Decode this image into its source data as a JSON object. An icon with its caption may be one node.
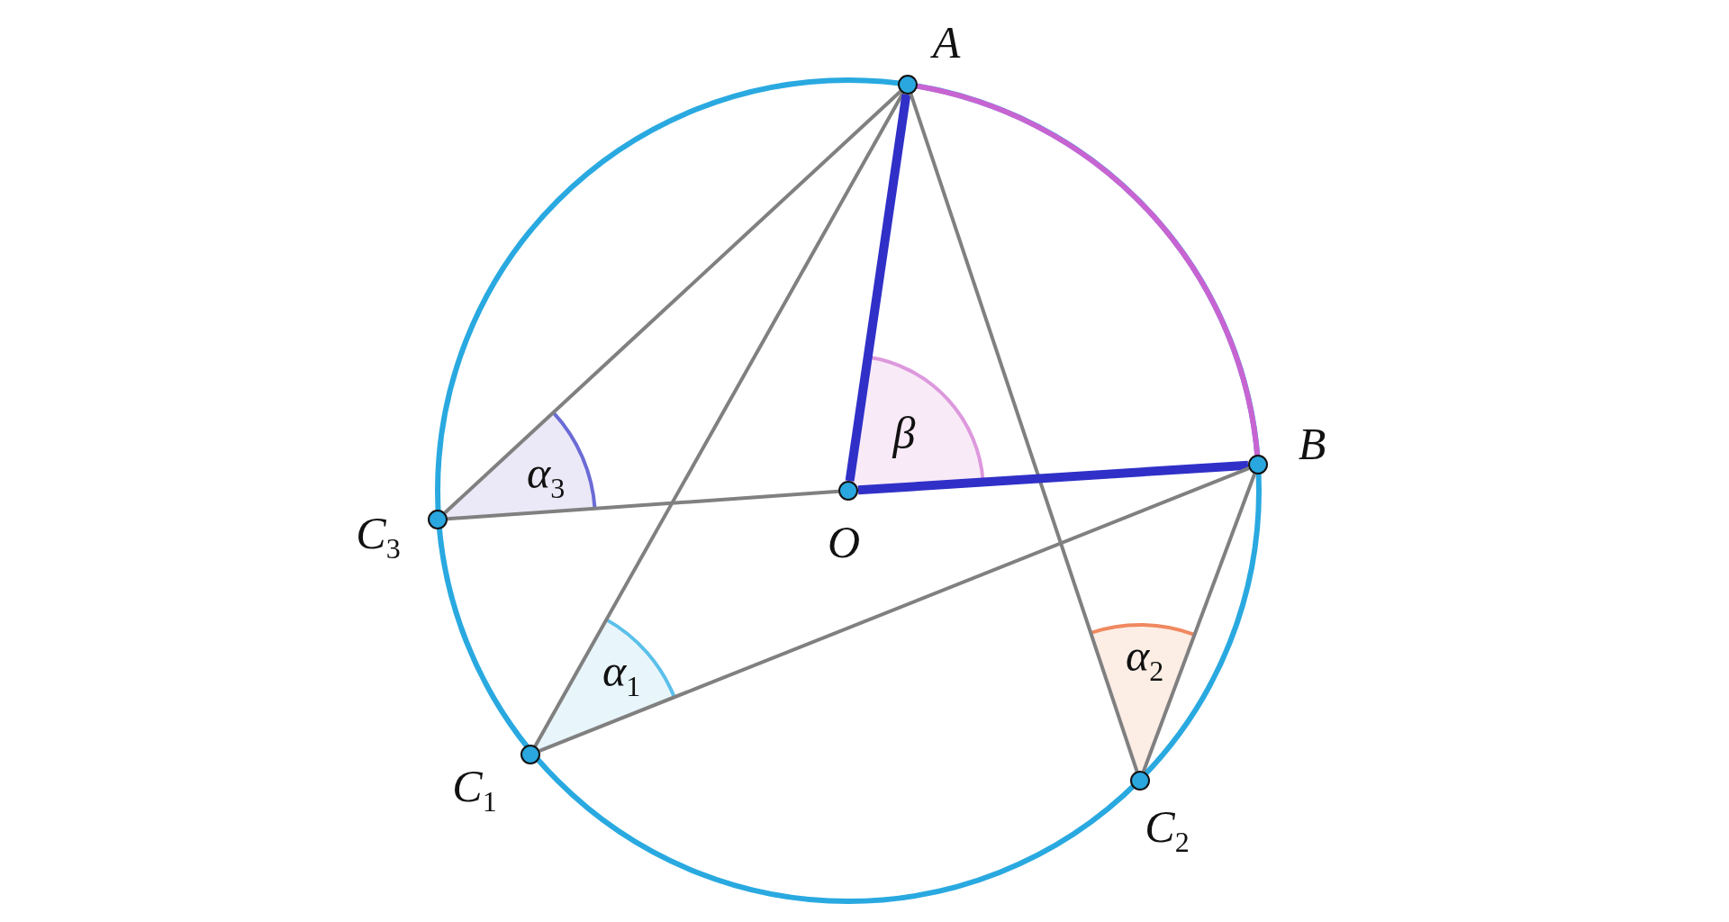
{
  "diagram": {
    "nodes": [
      {
        "text": [],
        "shape": "circle"
      },
      {
        "text": [],
        "shape": "circle"
      },
      {
        "text": [],
        "shape": "circle"
      },
      {
        "text": [],
        "shape": "circle"
      },
      {
        "text": [],
        "shape": "circle"
      },
      {
        "text": [],
        "shape": "circle"
      }
    ],
    "edges": [
      {
        "from": 0,
        "to": 3,
        "arrow": "none"
      },
      {
        "from": 0,
        "to": 4,
        "arrow": "none"
      },
      {
        "from": 0,
        "to": 2,
        "arrow": "none",
        "style": "thick",
        "color": "#3030c8"
      },
      {
        "from": 0,
        "to": 5,
        "arrow": "none"
      },
      {
        "from": 3,
        "to": 2,
        "arrow": "none"
      },
      {
        "from": 2,
        "to": 1,
        "arrow": "none",
        "style": "thick",
        "color": "#3030c8"
      },
      {
        "from": 4,
        "to": 1,
        "arrow": "none"
      },
      {
        "from": 5,
        "to": 1,
        "arrow": "none"
      }
    ],
    "labels": [
      "A",
      "β",
      "B",
      "α$_{3}$",
      "O",
      "C$_{3}$",
      "α$_{2}$",
      "α$_{1}$",
      "C$_{1}$",
      "C$_{2}$"
    ]
  }
}
